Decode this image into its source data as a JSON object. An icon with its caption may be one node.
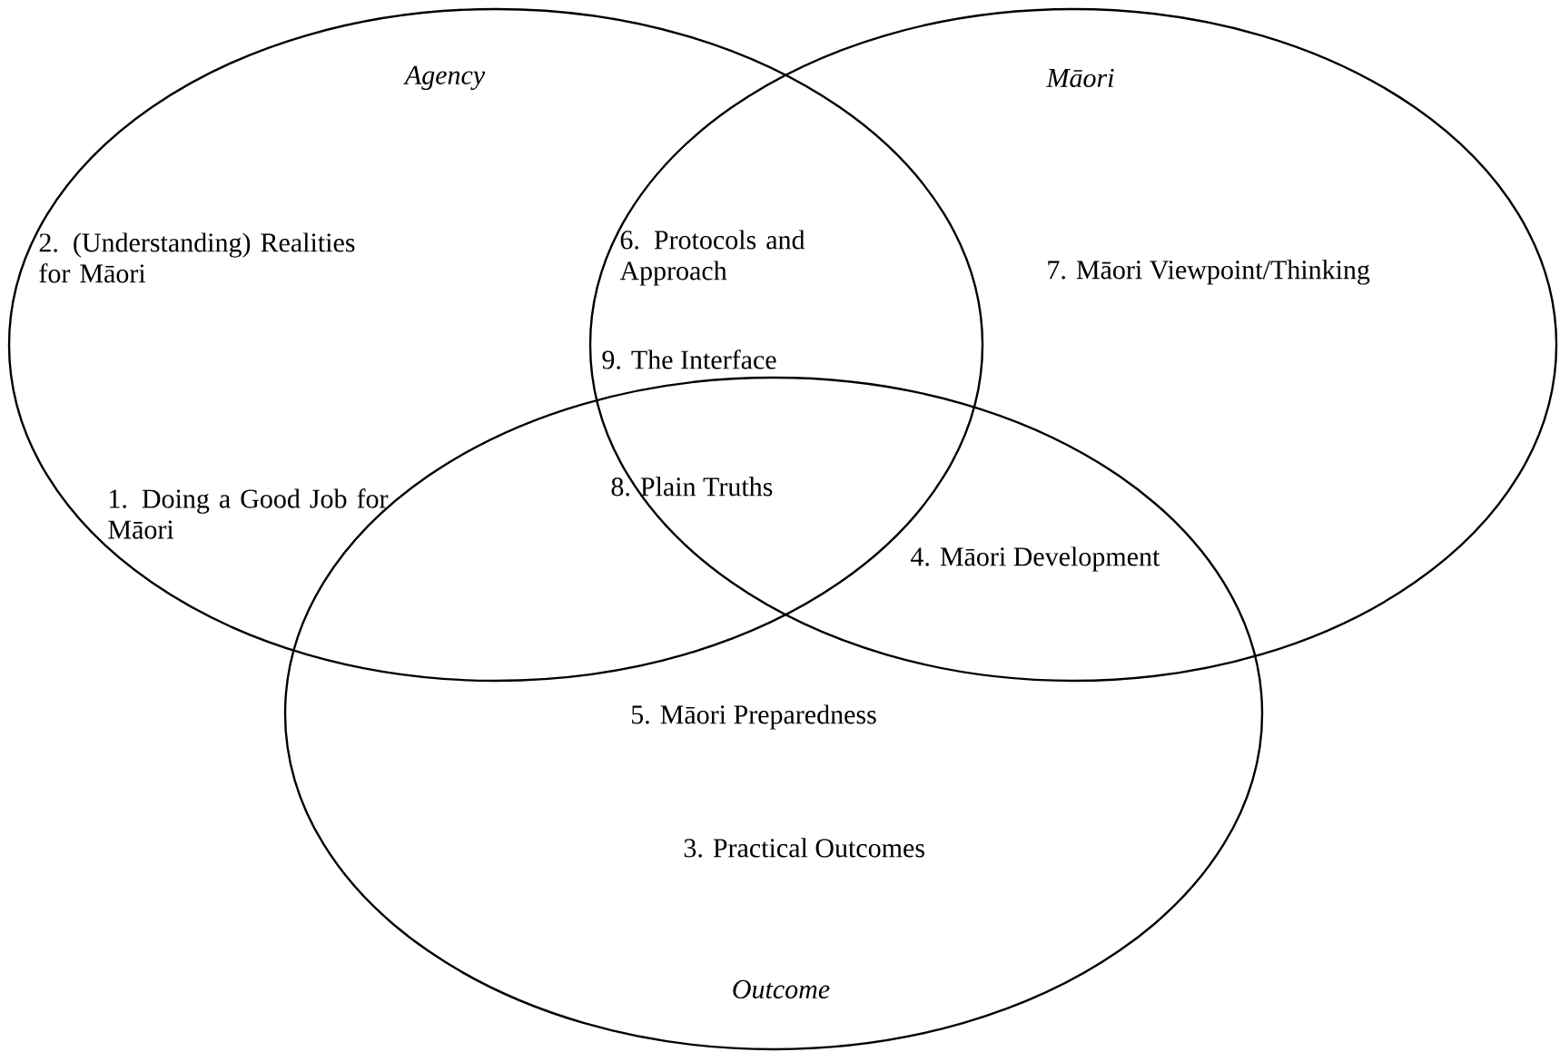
{
  "diagram": {
    "nodes": [
      {
        "text": [
          "Agency"
        ]
      },
      {
        "text": [
          "Māori"
        ]
      },
      {
        "text": [
          "Outcome"
        ]
      }
    ],
    "labels": [
      "2. (Understanding) Realities for Māori",
      "6. Protocols and Approach",
      "7. Māori Viewpoint/Thinking",
      "9. The Interface",
      "8. Plain Truths",
      "1. Doing a Good Job for Māori",
      "4. Māori Development",
      "5. Māori Preparedness",
      "3. Practical Outcomes"
    ]
  }
}
